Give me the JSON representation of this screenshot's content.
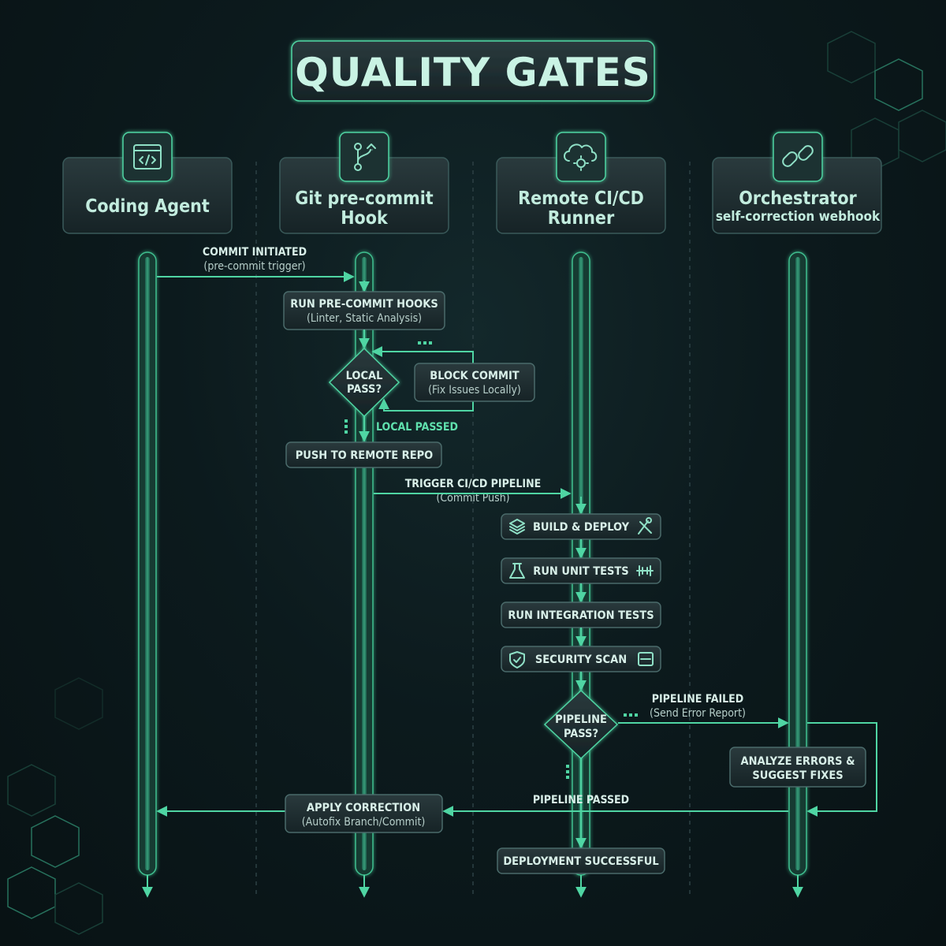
{
  "title": "QUALITY GATES",
  "lanes": [
    {
      "title": "Coding Agent",
      "subtitle": "",
      "icon": "code-window-icon"
    },
    {
      "title": "Git pre-commit",
      "title2": "Hook",
      "icon": "git-branch-icon"
    },
    {
      "title": "Remote CI/CD",
      "title2": "Runner",
      "icon": "cloud-gear-icon"
    },
    {
      "title": "Orchestrator",
      "subtitle": "self-correction webhook",
      "icon": "link-icon"
    }
  ],
  "messages": {
    "commit_initiated": {
      "label": "COMMIT INITIATED",
      "sub": "(pre-commit trigger)"
    },
    "trigger_pipeline": {
      "label": "TRIGGER CI/CD PIPELINE",
      "sub": "(Commit Push)"
    },
    "pipeline_failed": {
      "label": "PIPELINE FAILED",
      "sub": "(Send Error Report)"
    },
    "local_passed": "LOCAL PASSED",
    "pipeline_passed": "PIPELINE PASSED"
  },
  "boxes": {
    "run_hooks": {
      "label": "RUN PRE-COMMIT HOOKS",
      "sub": "(Linter, Static Analysis)"
    },
    "block_commit": {
      "label": "BLOCK COMMIT",
      "sub": "(Fix Issues Locally)"
    },
    "push_remote": {
      "label": "PUSH TO REMOTE REPO"
    },
    "build_deploy": {
      "label": "BUILD & DEPLOY"
    },
    "unit_tests": {
      "label": "RUN UNIT TESTS"
    },
    "integration_tests": {
      "label": "RUN INTEGRATION TESTS"
    },
    "security_scan": {
      "label": "SECURITY SCAN"
    },
    "analyze_errors": {
      "label": "ANALYZE ERRORS &",
      "label2": "SUGGEST FIXES"
    },
    "apply_correction": {
      "label": "APPLY CORRECTION",
      "sub": "(Autofix Branch/Commit)"
    },
    "deployment_success": {
      "label": "DEPLOYMENT SUCCESSFUL"
    }
  },
  "decisions": {
    "local_pass": {
      "line1": "LOCAL",
      "line2": "PASS?"
    },
    "pipeline_pass": {
      "line1": "PIPELINE",
      "line2": "PASS?"
    }
  },
  "colors": {
    "accent": "#4fd5a3",
    "panel": "#1c2c2f",
    "text": "#d8efe8"
  }
}
